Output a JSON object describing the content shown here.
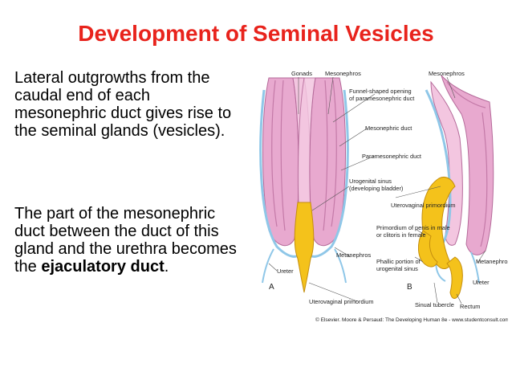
{
  "slide": {
    "title": "Development of Seminal Vesicles",
    "para1": "Lateral outgrowths from the caudal end of each mesonephric duct gives rise to the seminal glands (vesicles).",
    "para2_before": "The part of the mesonephric duct between the duct of this gland and the urethra becomes the ",
    "para2_bold": "ejaculatory duct",
    "para2_after": "."
  },
  "figure": {
    "labels": {
      "gonads": "Gonads",
      "mesonephros_top": "Mesonephros",
      "funnel1": "Funnel-shaped opening",
      "funnel2": "of paramesonephric duct",
      "mesonephric_duct": "Mesonephric duct",
      "paramesonephric_duct": "Paramesonephric duct",
      "urogenital_sinus1": "Urogenital sinus",
      "urogenital_sinus2": "(developing bladder)",
      "uterovaginal_primordium_b": "Uterovaginal primordium",
      "mesonephros_right": "Mesonephros",
      "primordium_penis1": "Primordium of penis in male",
      "primordium_penis2": "or clitoris in female",
      "metanephros_left": "Metanephros",
      "phallic1": "Phallic portion of",
      "phallic2": "urogenital sinus",
      "metanephros_right": "Metanephros",
      "ureter_left": "Ureter",
      "label_a": "A",
      "label_b": "B",
      "ureter_right": "Ureter",
      "uterovaginal_primordium_a": "Uterovaginal primordium",
      "sinual_tubercle": "Sinual tubercle",
      "rectum": "Rectum",
      "credit": "© Elsevier. Moore & Persaud: The Developing Human 8e - www.studentconsult.com"
    },
    "colors": {
      "mesonephros_pink": "#e8a9cf",
      "gonad_pink": "#f3c6e0",
      "duct_blue": "#8fc7e8",
      "sinus_yellow": "#f4c21b",
      "title_red": "#e8231c"
    }
  }
}
